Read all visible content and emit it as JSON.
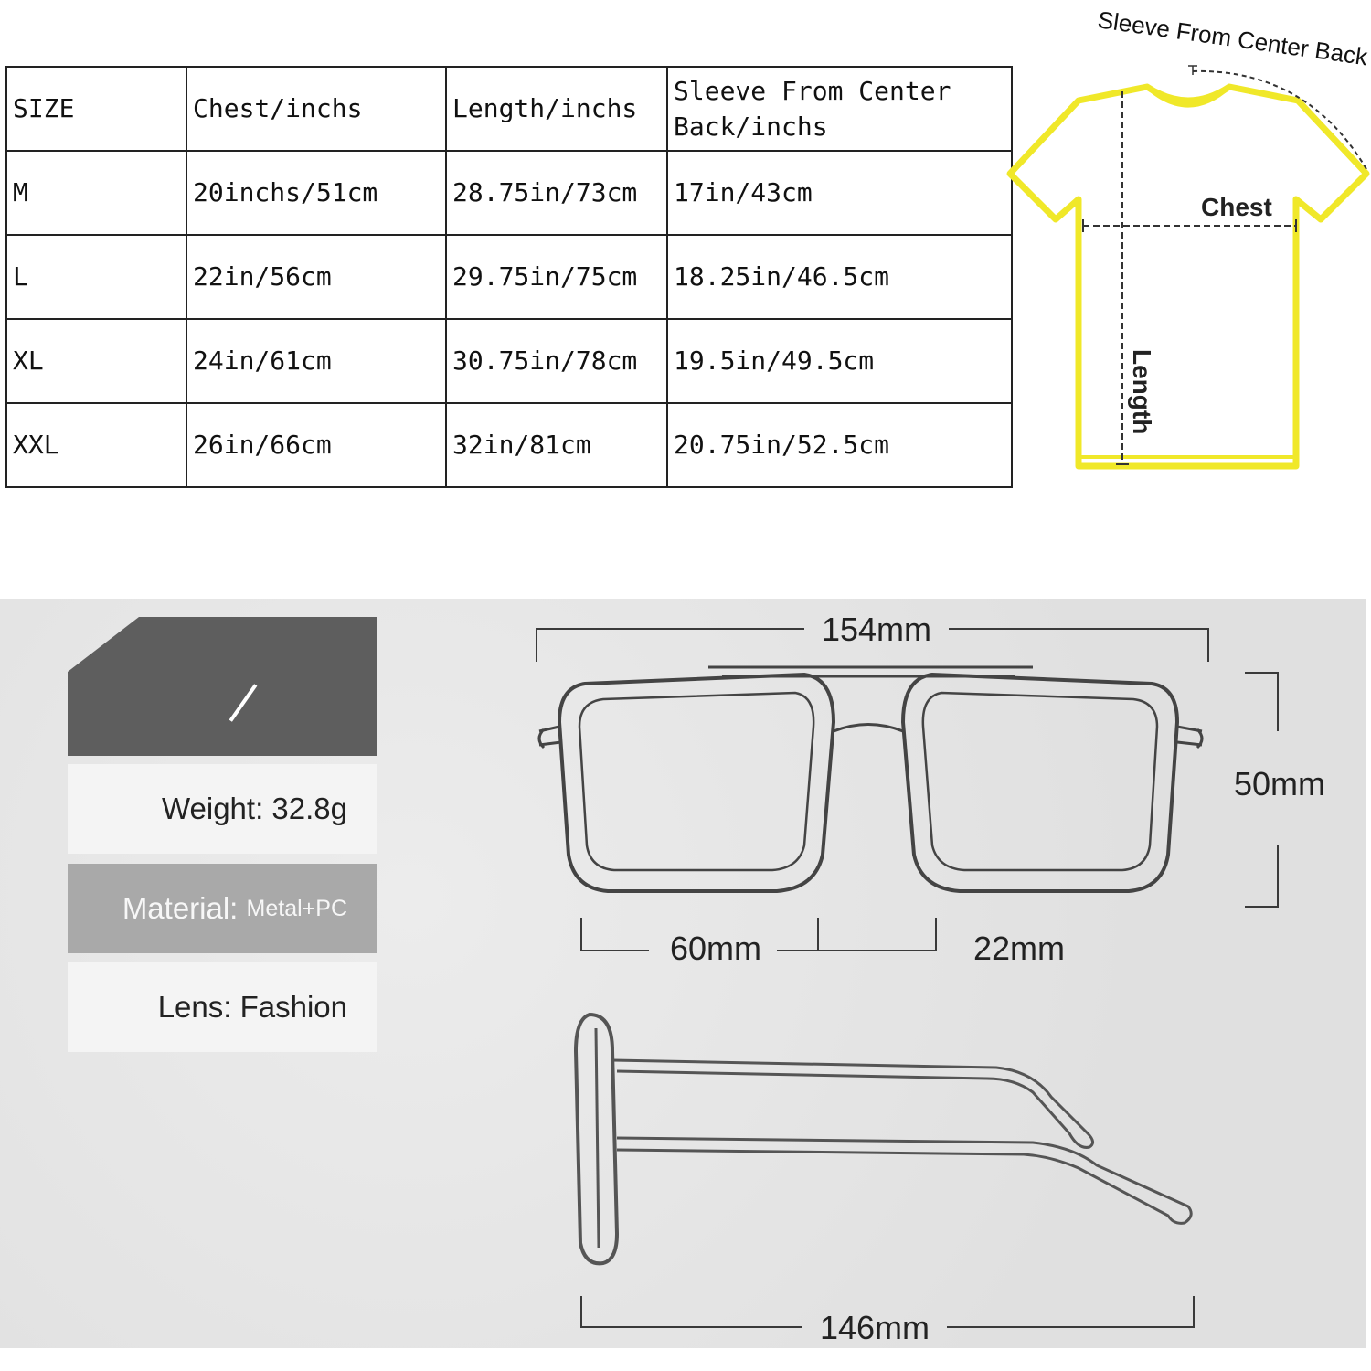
{
  "size_table": {
    "headers": [
      "SIZE",
      "Chest/inchs",
      "Length/inchs",
      "Sleeve From Center Back/inchs"
    ],
    "rows": [
      [
        "M",
        "20inchs/51cm",
        "28.75in/73cm",
        "17in/43cm"
      ],
      [
        "L",
        "22in/56cm",
        "29.75in/75cm",
        "18.25in/46.5cm"
      ],
      [
        "XL",
        "24in/61cm",
        "30.75in/78cm",
        "19.5in/49.5cm"
      ],
      [
        "XXL",
        "26in/66cm",
        "32in/81cm",
        "20.75in/52.5cm"
      ]
    ]
  },
  "shirt_diagram": {
    "sleeve_label": "Sleeve From Center Back",
    "chest_label": "Chest",
    "length_label": "Length",
    "outline_color": "#f0e829"
  },
  "specs": {
    "weight": {
      "label": "Weight:",
      "value": "32.8g"
    },
    "material": {
      "label": "Material:",
      "value": "Metal+PC"
    },
    "lens": {
      "label": "Lens:",
      "value": "Fashion"
    }
  },
  "glasses_dimensions": {
    "total_width": "154mm",
    "lens_height": "50mm",
    "lens_width": "60mm",
    "bridge": "22mm",
    "temple_length": "146mm"
  }
}
